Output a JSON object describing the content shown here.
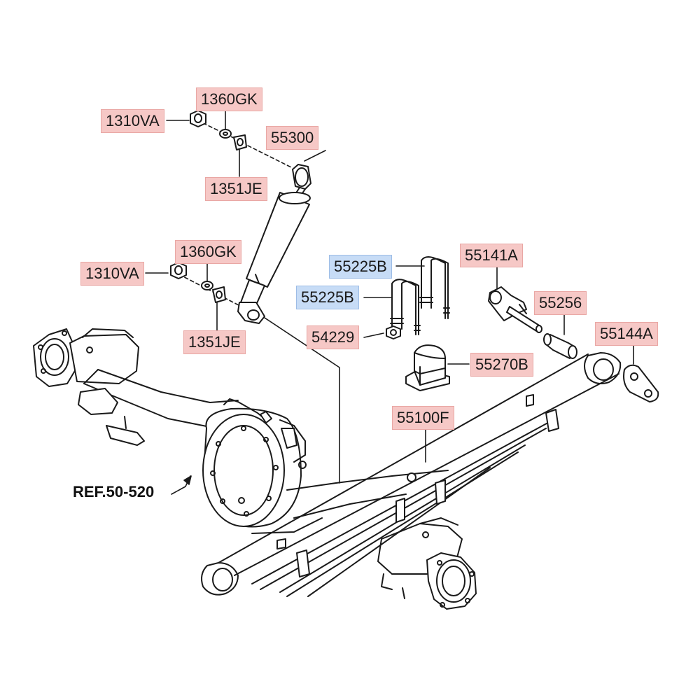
{
  "labels": {
    "nut_top": "1310VA",
    "washer_top": "1360GK",
    "bushing_top": "1351JE",
    "shock": "55300",
    "nut_mid": "1310VA",
    "washer_mid": "1360GK",
    "bushing_mid": "1351JE",
    "ubolt_upper": "55225B",
    "ubolt_lower": "55225B",
    "ubolt_nut": "54229",
    "bumper": "55270B",
    "shackle": "55141A",
    "bushing_rear": "55256",
    "shackle_plate": "55144A",
    "leaf_spring": "55100F"
  },
  "reference": "REF.50-520",
  "colors": {
    "label_fill": "#f6c8c6",
    "label_fill_alt": "#c7dcf6",
    "line": "#1a1a1a"
  }
}
